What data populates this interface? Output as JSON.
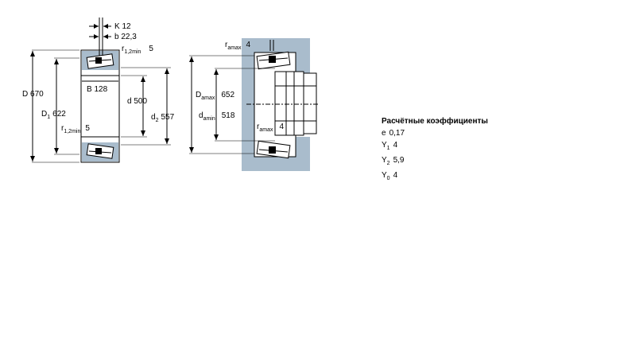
{
  "colors": {
    "housing": "#a9bccc",
    "line": "#000000"
  },
  "section": {
    "labels": {
      "K": "K",
      "K_val": "12",
      "b": "b",
      "b_val": "22,3",
      "r12_top": "r",
      "r12_top_sub": "1,2min",
      "r12_top_val": "5",
      "D": "D",
      "D_val": "670",
      "D1": "D",
      "D1_sub": "1",
      "D1_val": "622",
      "B": "B",
      "B_val": "128",
      "d": "d",
      "d_val": "500",
      "d2": "d",
      "d2_sub": "2",
      "d2_val": "557",
      "r12_bot": "r",
      "r12_bot_sub": "1,2min",
      "r12_bot_val": "5"
    }
  },
  "mounting": {
    "labels": {
      "ra_top": "r",
      "ra_top_sub": "amax",
      "ra_top_val": "4",
      "Da": "D",
      "Da_sub": "amax",
      "Da_val": "652",
      "da": "d",
      "da_sub": "amin",
      "da_val": "518",
      "ra_bot": "r",
      "ra_bot_sub": "amax",
      "ra_bot_val": "4"
    }
  },
  "coefficients": {
    "title": "Расчётные коэффициенты",
    "e_sym": "e",
    "e_val": "0,17",
    "y1_sym": "Y",
    "y1_sub": "1",
    "y1_val": "4",
    "y2_sym": "Y",
    "y2_sub": "2",
    "y2_val": "5,9",
    "y0_sym": "Y",
    "y0_sub": "0",
    "y0_val": "4"
  }
}
